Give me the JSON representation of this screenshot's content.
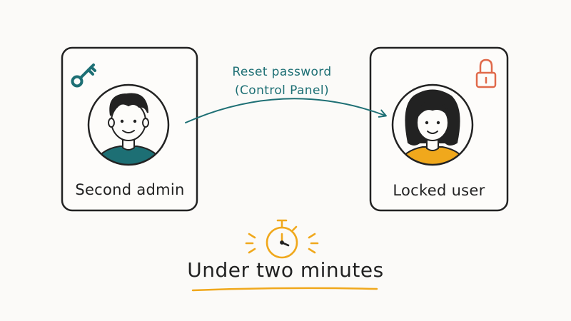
{
  "admin_card": {
    "label": "Second admin",
    "icon": "key-icon"
  },
  "user_card": {
    "label": "Locked user",
    "icon": "padlock-icon"
  },
  "action": {
    "line1": "Reset password",
    "line2": "(Control Panel)"
  },
  "caption": {
    "text": "Under two minutes",
    "icon": "stopwatch-icon"
  },
  "colors": {
    "teal": "#1d6f74",
    "orange": "#e0694a",
    "gold": "#f0a81c",
    "ink": "#222222"
  }
}
